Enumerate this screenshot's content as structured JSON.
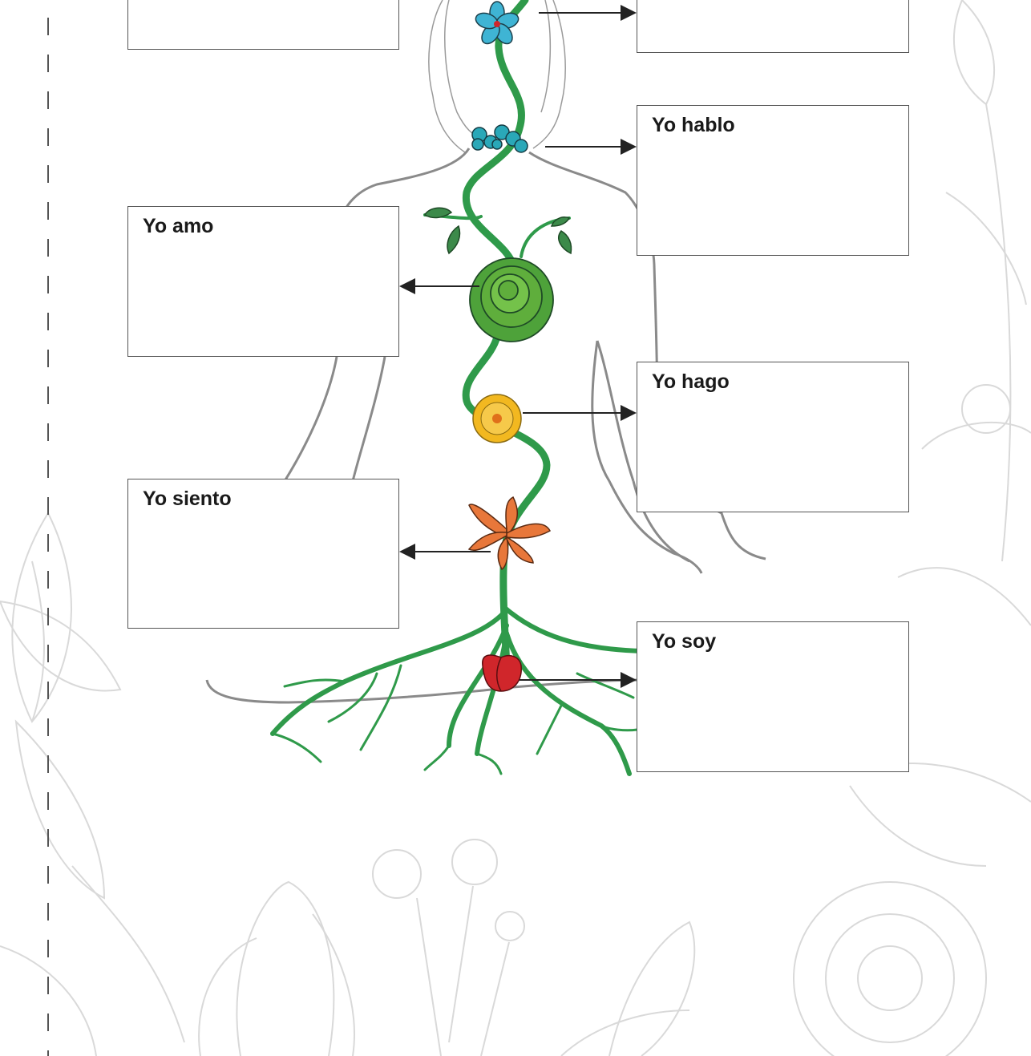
{
  "boxes": {
    "top_left": "",
    "top_right": "",
    "speak": "Yo hablo",
    "love": "Yo amo",
    "do": "Yo hago",
    "feel": "Yo siento",
    "am": "Yo soy"
  },
  "colors": {
    "stem": "#2f9a4a",
    "crown_flower": "#3fb4d4",
    "throat_flower": "#2aa8b8",
    "heart_flower": "#5fae3c",
    "solar_flower": "#f2b820",
    "sacral_flower": "#e8773a",
    "root_flower": "#d0262b",
    "outline": "#8a8a8a",
    "decor": "#d6d6d6"
  }
}
